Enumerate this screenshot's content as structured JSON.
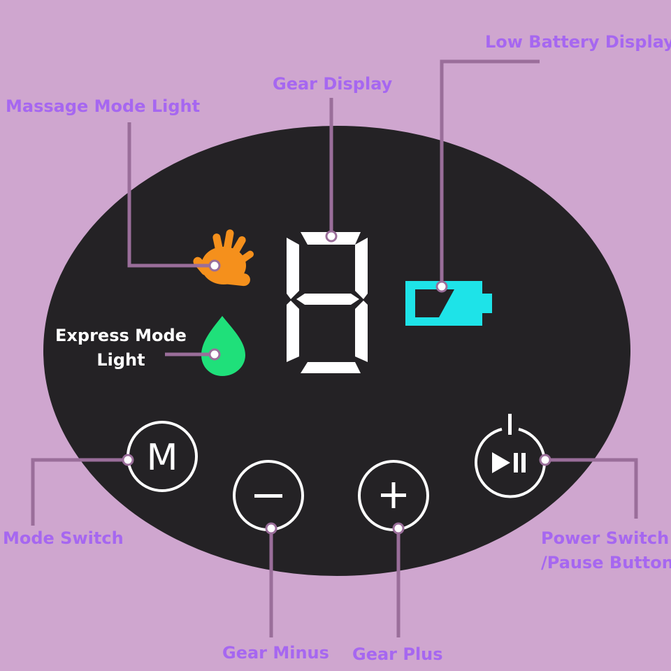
{
  "colors": {
    "background": "#cfa6cf",
    "panel": "#242225",
    "label_text": "#a667f0",
    "leader_line": "#9a6e9a",
    "massage_light": "#f5901c",
    "express_light": "#1fe07a",
    "battery": "#1ee3e8",
    "display_segment": "#ffffff"
  },
  "labels": {
    "low_battery_display": "Low Battery Display",
    "gear_display": "Gear Display",
    "massage_mode_light": "Massage Mode Light",
    "express_mode_light_line1": "Express Mode",
    "express_mode_light_line2": "Light",
    "mode_switch": "Mode Switch",
    "gear_minus": "Gear Minus",
    "gear_plus": "Gear Plus",
    "power_switch_line1": "Power Switch",
    "power_switch_line2": "/Pause Button"
  },
  "panel": {
    "mode_button_glyph": "M",
    "minus_button_glyph": "−",
    "plus_button_glyph": "+",
    "gear_digit": "8",
    "icons": {
      "massage": "hand-icon",
      "express": "droplet-icon",
      "battery": "low-battery-icon",
      "power": "power-play-pause-icon"
    }
  }
}
